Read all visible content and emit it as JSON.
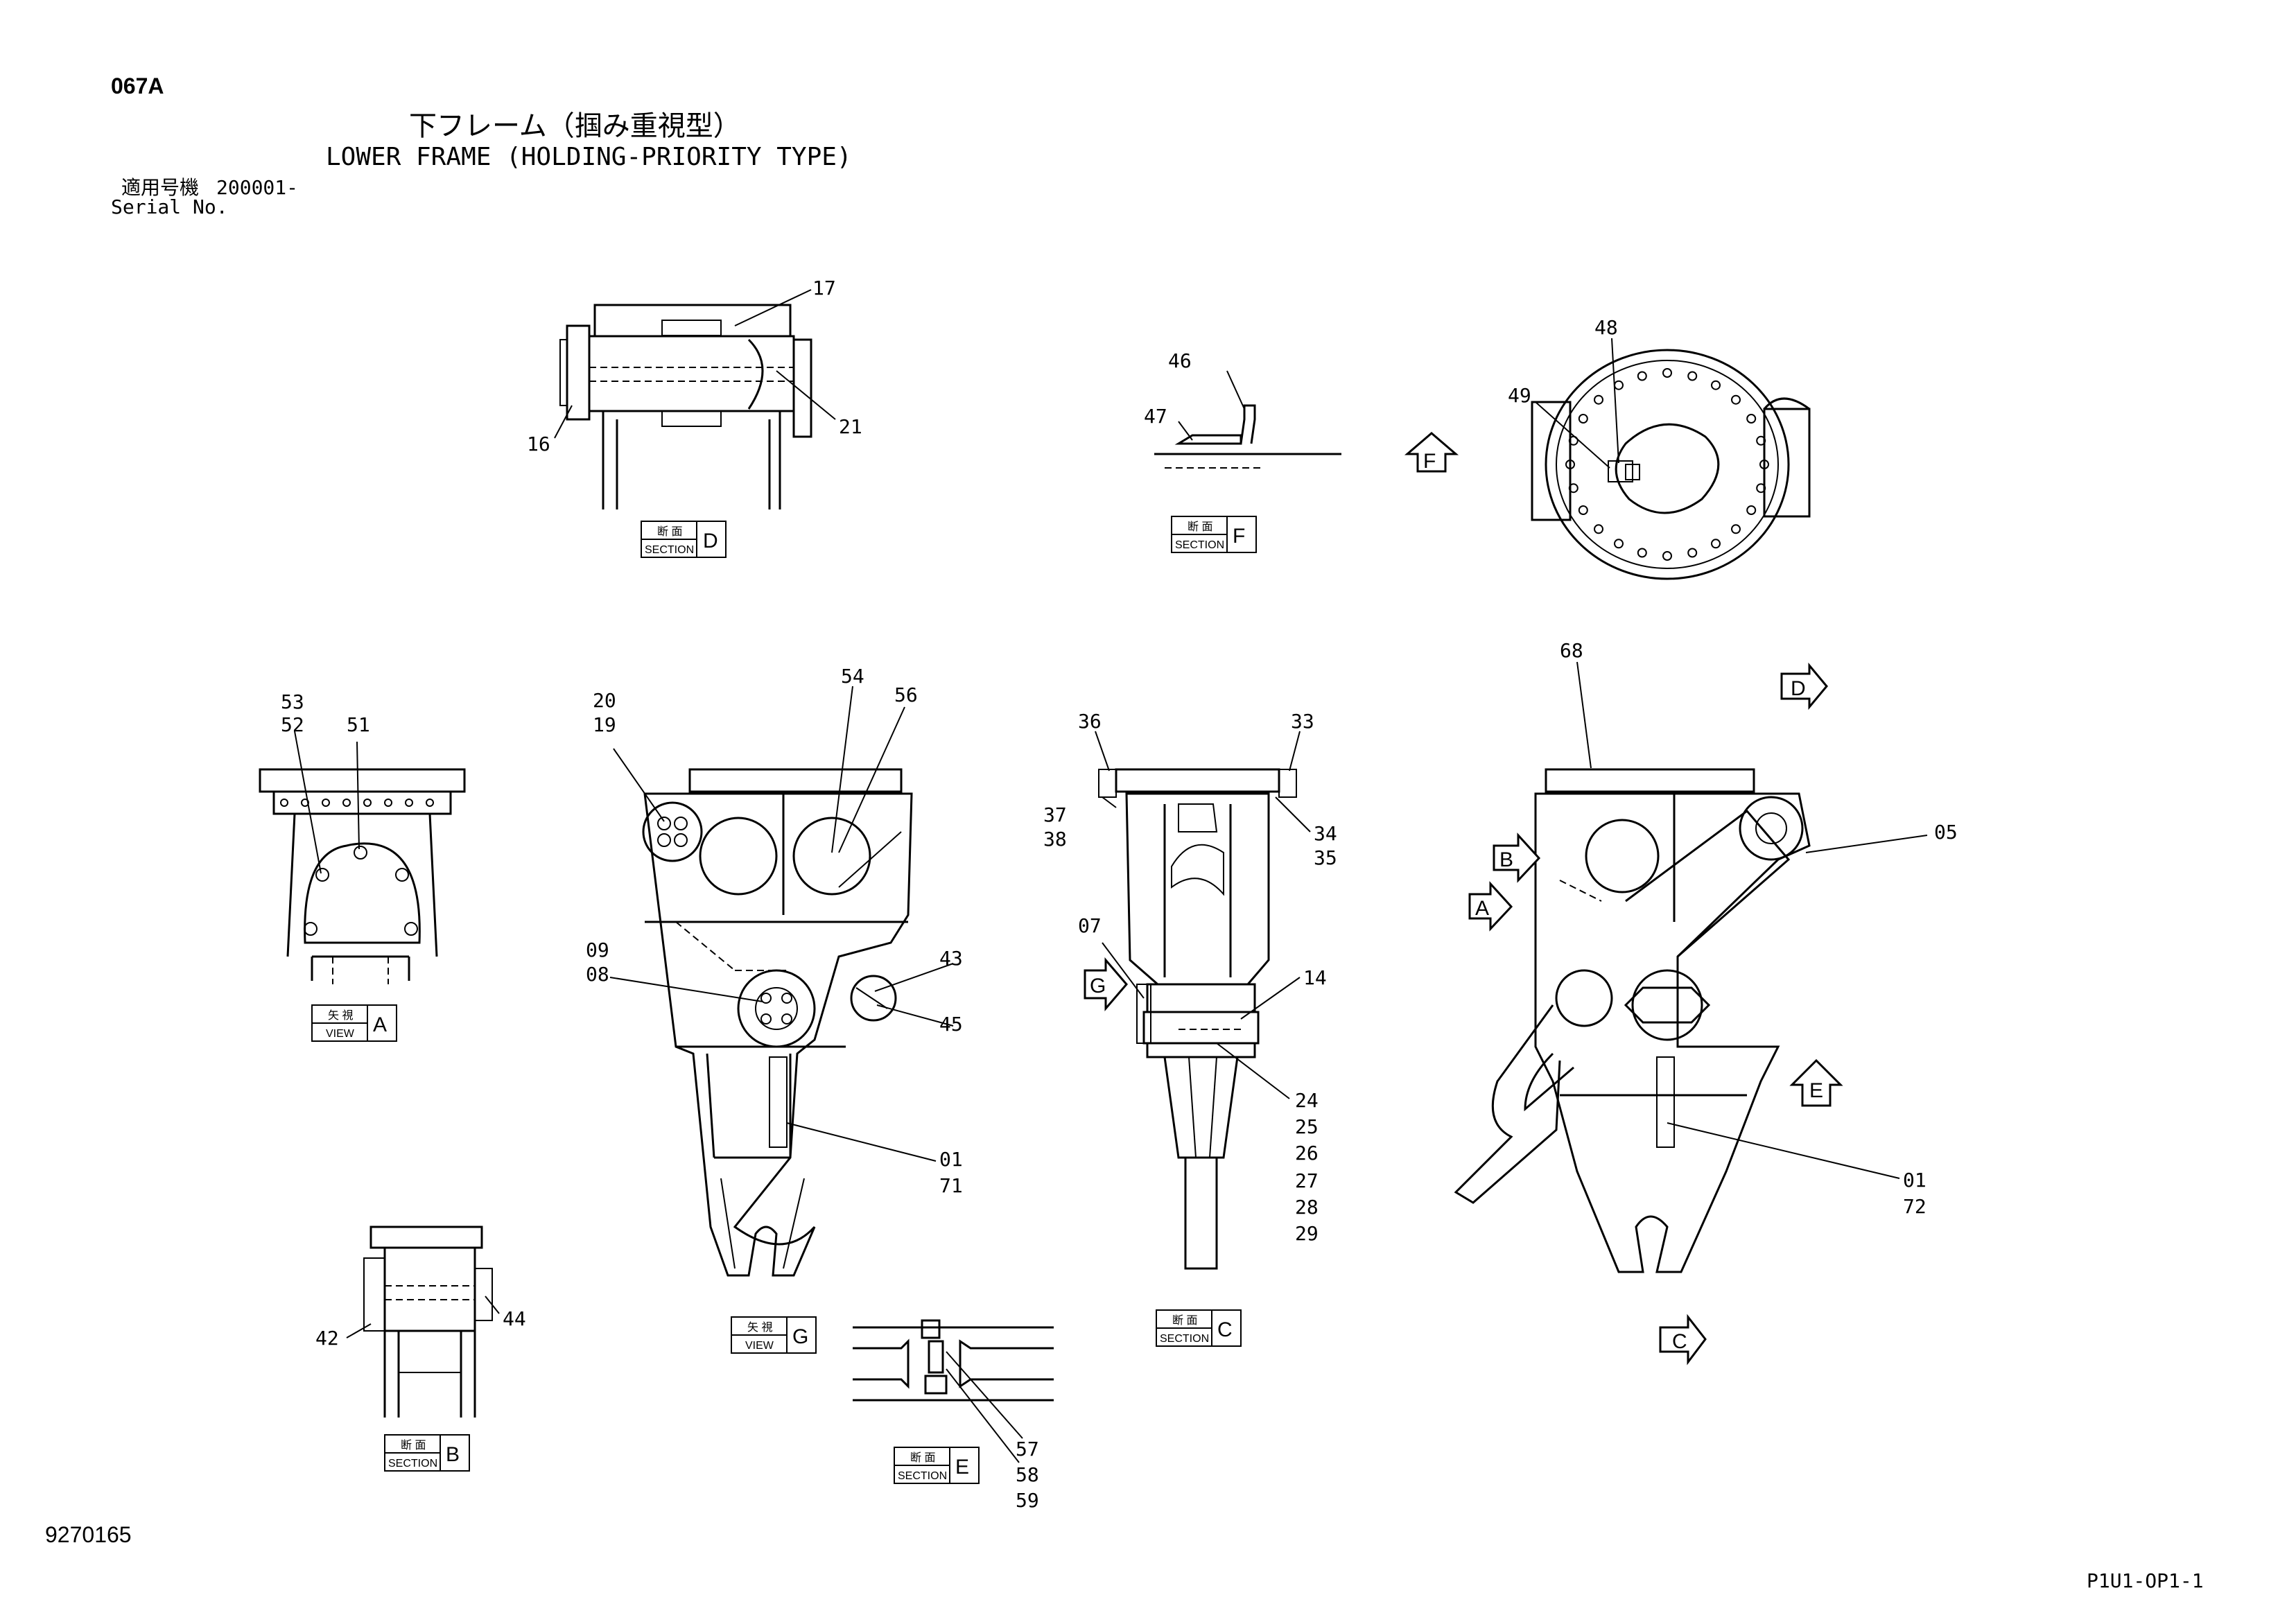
{
  "header": {
    "page_code": "067A",
    "title_jp": "下フレーム（掴み重視型）",
    "title_en": "LOWER FRAME (HOLDING-PRIORITY TYPE)",
    "serial_label_jp": "適用号機",
    "serial_value": "200001-",
    "serial_label_en": "Serial No."
  },
  "footer": {
    "drawing_number": "9270165",
    "sheet_code": "P1U1-OP1-1"
  },
  "labels": {
    "section_jp": "断 面",
    "section_en": "SECTION",
    "view_jp": "矢 視",
    "view_en": "VIEW",
    "sec_D": "D",
    "sec_F": "F",
    "view_A": "A",
    "view_G": "G",
    "sec_C": "C",
    "sec_B": "B",
    "sec_E": "E"
  },
  "arrows": {
    "F": "F",
    "D": "D",
    "B": "B",
    "A": "A",
    "E": "E",
    "C": "C",
    "G": "G"
  },
  "parts": {
    "p17": "17",
    "p21": "21",
    "p16": "16",
    "p46": "46",
    "p47": "47",
    "p48": "48",
    "p49": "49",
    "p68": "68",
    "p53": "53",
    "p52": "52",
    "p51": "51",
    "p20": "20",
    "p19": "19",
    "p54": "54",
    "p56": "56",
    "p09": "09",
    "p08": "08",
    "p43": "43",
    "p45": "45",
    "p01a": "01",
    "p71": "71",
    "p36": "36",
    "p33": "33",
    "p37": "37",
    "p38": "38",
    "p34": "34",
    "p35": "35",
    "p07": "07",
    "p14": "14",
    "p24": "24",
    "p25": "25",
    "p26": "26",
    "p27": "27",
    "p28": "28",
    "p29": "29",
    "p05": "05",
    "p01b": "01",
    "p72": "72",
    "p42": "42",
    "p44": "44",
    "p57": "57",
    "p58": "58",
    "p59": "59"
  }
}
